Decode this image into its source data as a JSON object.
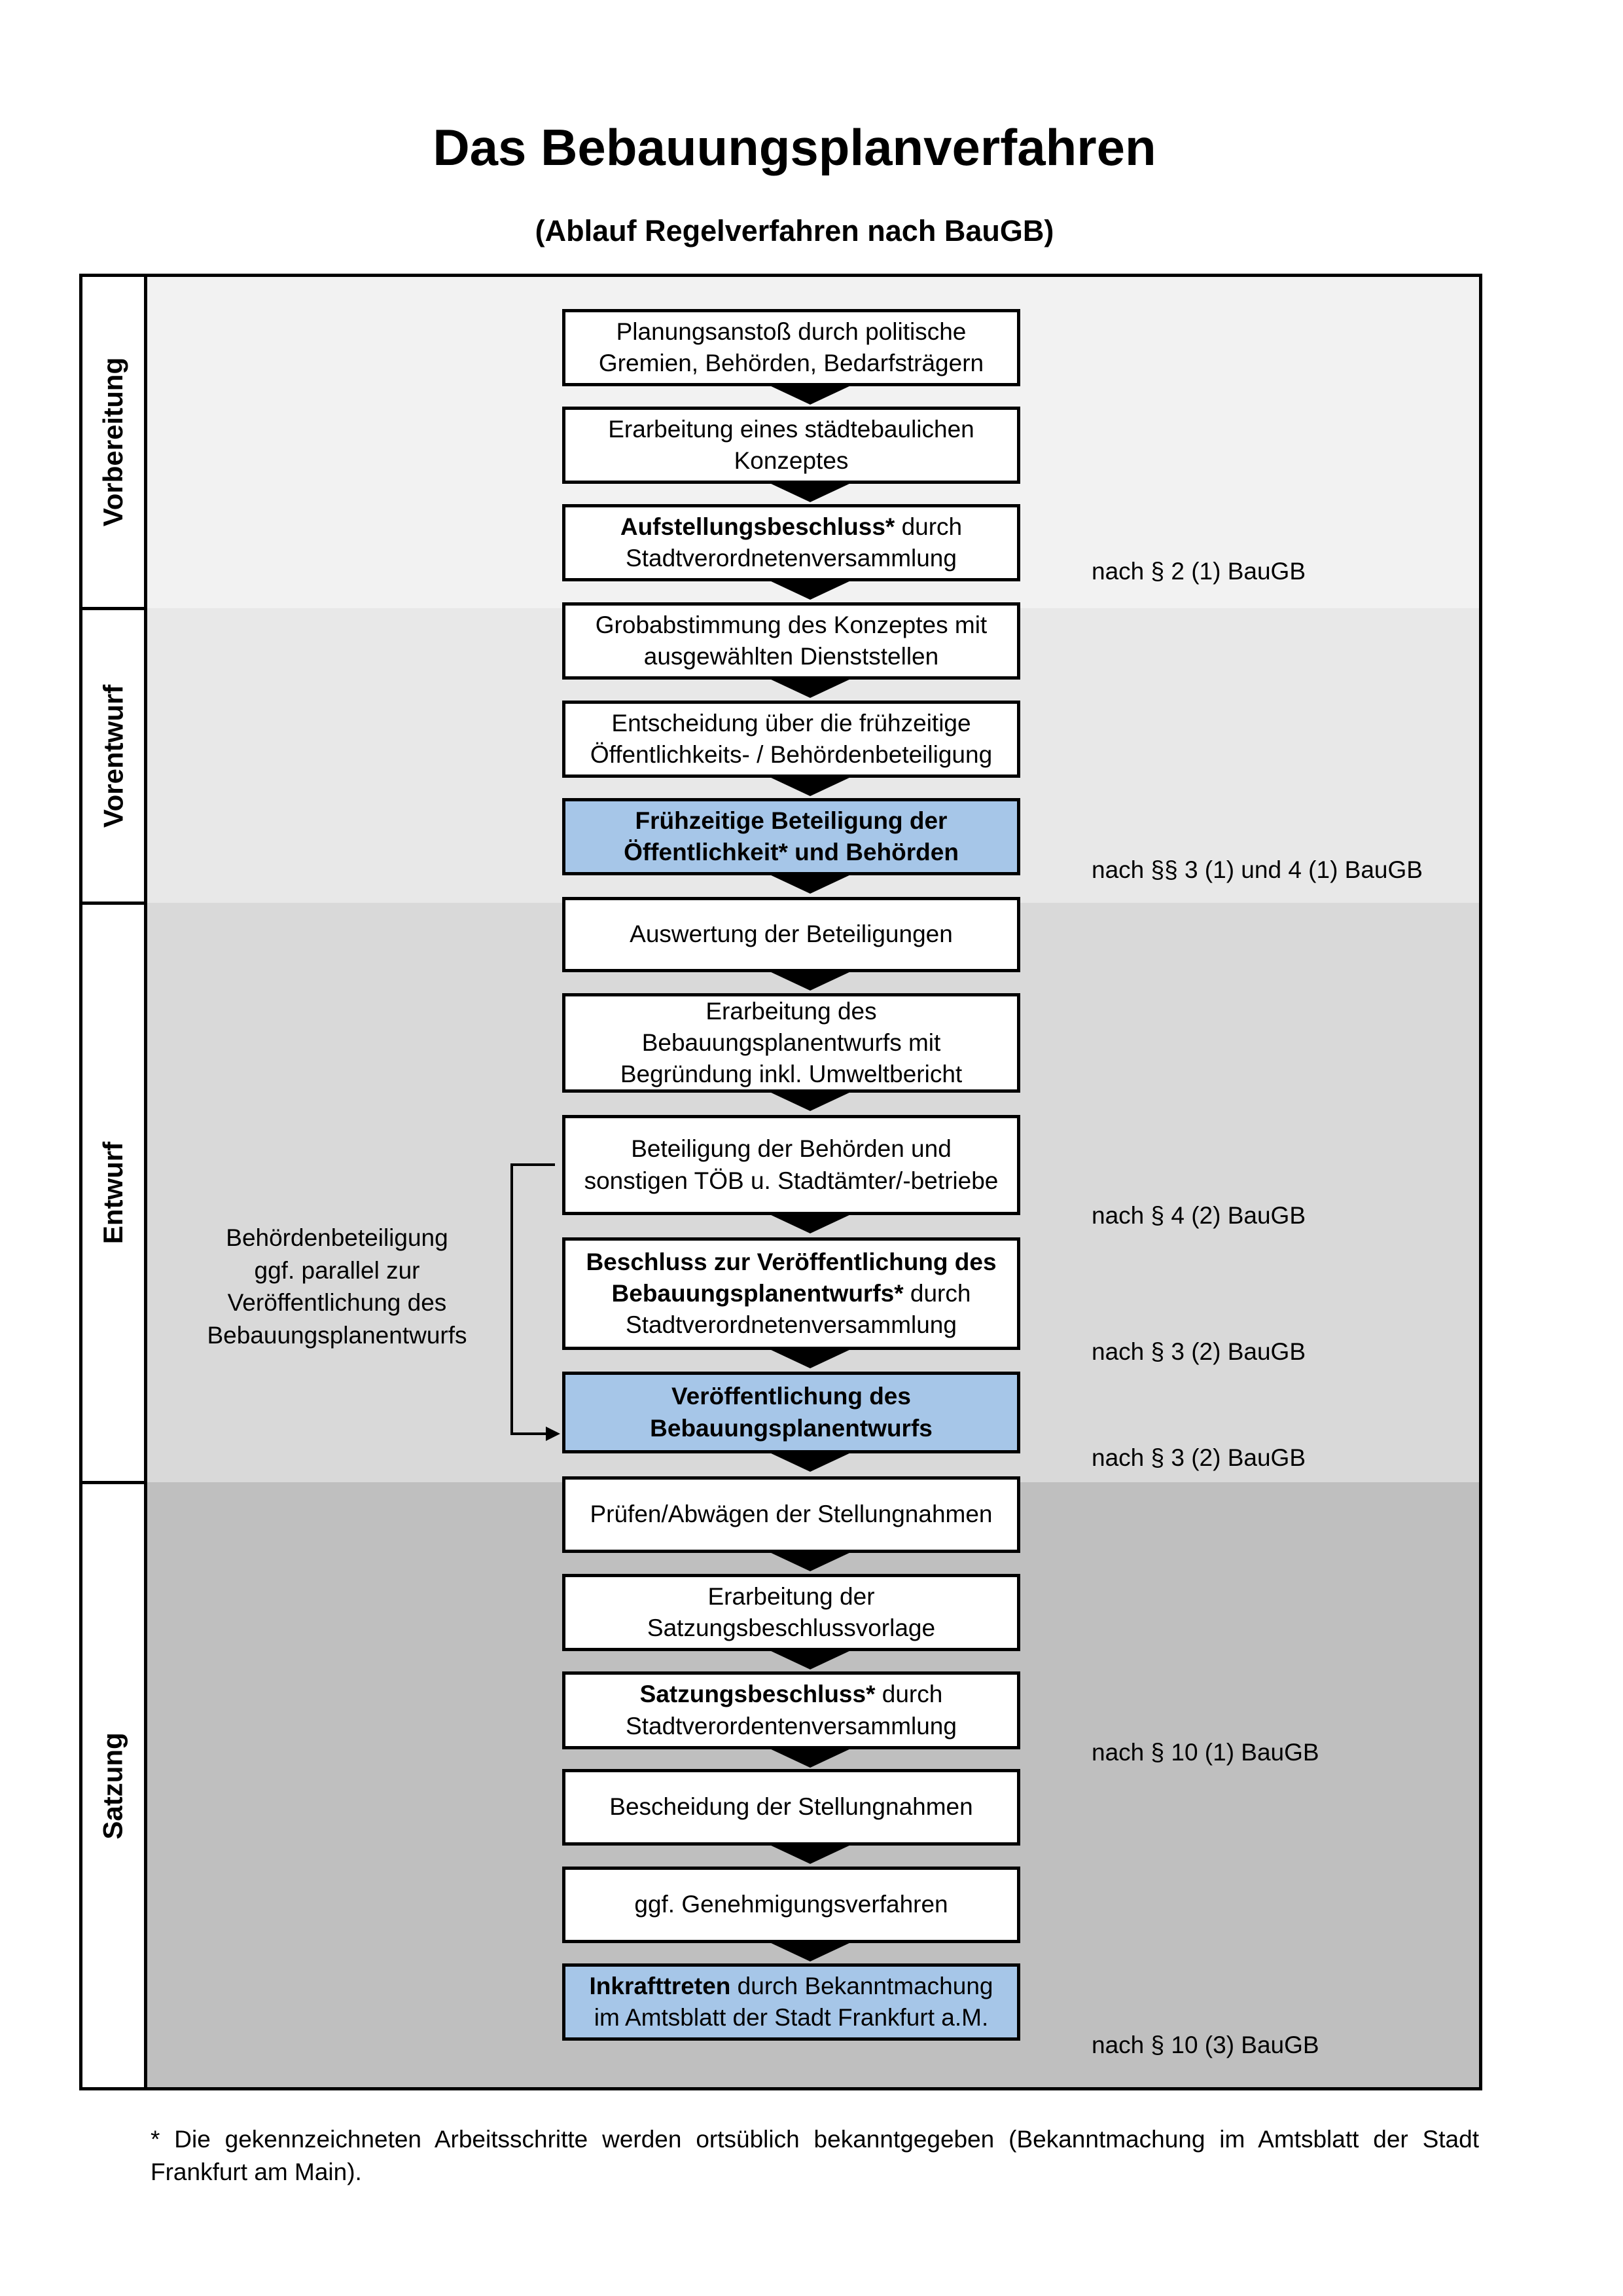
{
  "title": "Das Bebauungsplanverfahren",
  "subtitle": "(Ablauf Regelverfahren nach BauGB)",
  "phases": [
    "Vorbereitung",
    "Vorentwurf",
    "Entwurf",
    "Satzung"
  ],
  "steps": [
    {
      "line1": "Planungsanstoß durch politische",
      "line2": "Gremien, Behörden, Bedarfsträgern"
    },
    {
      "line1": "Erarbeitung eines städtebaulichen",
      "line2": "Konzeptes"
    },
    {
      "bold": "Aufstellungsbeschluss*",
      "rest": " durch",
      "line2": "Stadtverordnetenversammlung"
    },
    {
      "line1": "Grobabstimmung des Konzeptes mit",
      "line2": "ausgewählten Dienststellen"
    },
    {
      "line1": "Entscheidung über die frühzeitige",
      "line2": "Öffentlichkeits- / Behördenbeteiligung"
    },
    {
      "line1": "Frühzeitige Beteiligung der",
      "line2": "Öffentlichkeit* und Behörden"
    },
    {
      "line1": "Auswertung der Beteiligungen"
    },
    {
      "line1": "Erarbeitung des",
      "line2": "Bebauungsplanentwurfs mit",
      "line3": "Begründung inkl. Umweltbericht"
    },
    {
      "line1": "Beteiligung der Behörden und",
      "line2": "sonstigen TÖB u. Stadtämter/-betriebe"
    },
    {
      "line1": "Beschluss zur Veröffentlichung des",
      "bold2": "Bebauungsplanentwurfs*",
      "rest2": " durch",
      "line3": "Stadtverordnetenversammlung"
    },
    {
      "line1": "Veröffentlichung des",
      "line2": "Bebauungsplanentwurfs"
    },
    {
      "line1": "Prüfen/Abwägen der Stellungnahmen"
    },
    {
      "line1": "Erarbeitung der",
      "line2": "Satzungsbeschlussvorlage"
    },
    {
      "bold": "Satzungsbeschluss*",
      "rest": " durch",
      "line2": "Stadtverordentenversammlung"
    },
    {
      "line1": "Bescheidung der Stellungnahmen"
    },
    {
      "line1": "ggf. Genehmigungsverfahren"
    },
    {
      "bold": "Inkrafttreten",
      "rest": " durch Bekanntmachung",
      "line2": "im Amtsblatt der Stadt Frankfurt a.M."
    }
  ],
  "legal_refs": [
    "nach § 2 (1) BauGB",
    "nach §§ 3 (1) und 4 (1) BauGB",
    "nach § 4 (2) BauGB",
    "nach § 3 (2) BauGB",
    "nach § 3 (2) BauGB",
    "nach § 10 (1) BauGB",
    "nach § 10 (3) BauGB"
  ],
  "side_note": [
    "Behördenbeteiligung",
    "ggf. parallel zur",
    "Veröffentlichung des",
    "Bebauungsplanentwurfs"
  ],
  "footnote": "* Die gekennzeichneten Arbeitsschritte werden ortsüblich bekanntgegeben (Bekanntmachung im Amtsblatt  der Stadt Frankfurt am Main).",
  "colors": {
    "highlight_step": "#a6c6e8",
    "band_1": "#f2f2f2",
    "band_2": "#e8e8e8",
    "band_3": "#d9d9d9",
    "band_4": "#bfbfbf"
  }
}
